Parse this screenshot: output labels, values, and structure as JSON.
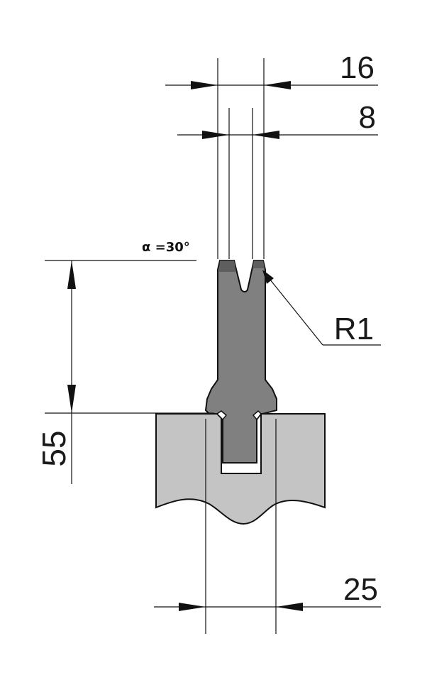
{
  "dimensions": {
    "top_width": "16",
    "v_opening": "8",
    "die_height": "55",
    "base_width": "25",
    "radius": "R1",
    "angle": "α =30°"
  },
  "colors": {
    "line": "#111111",
    "die_body": "#808080",
    "holder_body": "#c4c4c4",
    "background": "#ffffff"
  }
}
